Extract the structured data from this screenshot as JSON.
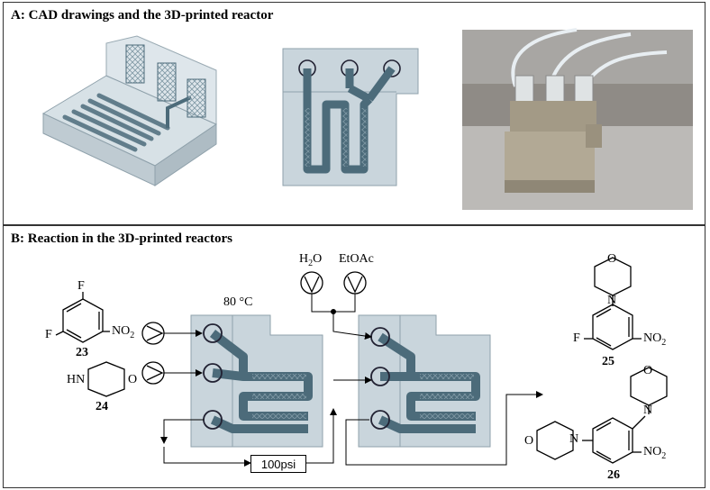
{
  "panel_a": {
    "title": "A: CAD drawings and the 3D-printed reactor"
  },
  "panel_b": {
    "title": "B: Reaction in the 3D-printed reactors",
    "temperature": "80 °C",
    "pressure_regulator": "100psi",
    "water": {
      "main": "H",
      "sub": "2",
      "tail": "O"
    },
    "solvent": "EtOAc",
    "compounds": [
      {
        "id": "23",
        "substituents": [
          "F",
          "F",
          "NO2"
        ]
      },
      {
        "id": "24",
        "substituents": [
          "HN",
          "O"
        ]
      },
      {
        "id": "25",
        "substituents": [
          "N",
          "O",
          "F",
          "NO2"
        ]
      },
      {
        "id": "26",
        "substituents": [
          "N",
          "O",
          "O",
          "N",
          "NO2"
        ]
      }
    ]
  },
  "colors": {
    "reactor_body": "#c9d5dc",
    "channel": "#4c6b7a",
    "frame": "#333333",
    "photo_bg": "#8f8b86"
  }
}
